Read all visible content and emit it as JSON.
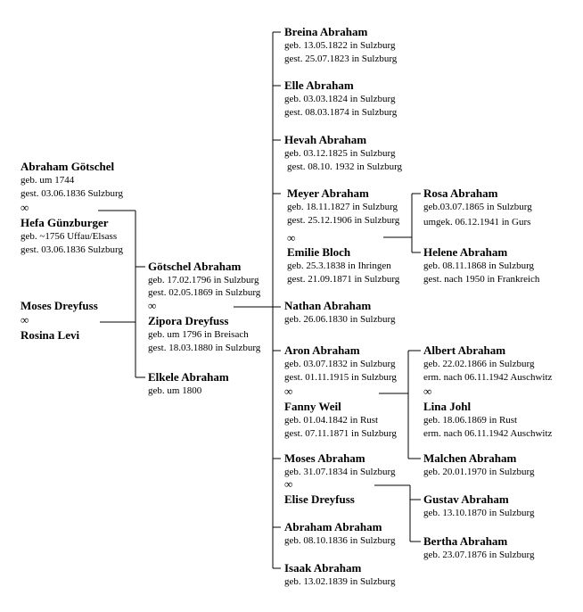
{
  "ancestors": {
    "abraham_goetschel": {
      "name": "Abraham Götschel",
      "birth": "geb. um 1744",
      "death": "gest. 03.06.1836 Sulzburg"
    },
    "hefa_guenzburger": {
      "name": "Hefa Günzburger",
      "birth": "geb. ~1756 Uffau/Elsass",
      "death": "gest. 03.06.1836 Sulzburg"
    },
    "moses_dreyfuss": {
      "name": "Moses Dreyfuss"
    },
    "rosina_levi": {
      "name": "Rosina Levi"
    },
    "marriage_symbol": "∞"
  },
  "parents": {
    "goetschel_abraham": {
      "name": "Götschel Abraham",
      "birth": "geb. 17.02.1796 in Sulzburg",
      "death": "gest. 02.05.1869 in Sulzburg"
    },
    "zipora_dreyfuss": {
      "name": "Zipora Dreyfuss",
      "birth": "geb. um 1796 in Breisach",
      "death": "gest. 18.03.1880 in Sulzburg"
    },
    "elkele_abraham": {
      "name": "Elkele Abraham",
      "birth": "geb. um 1800"
    }
  },
  "children": {
    "breina": {
      "name": "Breina Abraham",
      "birth": "geb. 13.05.1822 in Sulzburg",
      "death": "gest. 25.07.1823 in Sulzburg"
    },
    "elle": {
      "name": "Elle Abraham",
      "birth": "geb. 03.03.1824 in Sulzburg",
      "death": "gest. 08.03.1874 in Sulzburg"
    },
    "hevah": {
      "name": "Hevah Abraham",
      "birth": "geb. 03.12.1825 in Sulzburg",
      "death": "gest. 08.10. 1932 in Sulzburg"
    },
    "meyer": {
      "name": "Meyer Abraham",
      "birth": "geb. 18.11.1827 in Sulzburg",
      "death": "gest. 25.12.1906 in Sulzburg"
    },
    "emilie": {
      "name": "Emilie Bloch",
      "birth": "geb. 25.3.1838 in Ihringen",
      "death": "gest. 21.09.1871 in Sulzburg"
    },
    "nathan": {
      "name": "Nathan Abraham",
      "birth": "geb. 26.06.1830 in Sulzburg"
    },
    "aron": {
      "name": "Aron Abraham",
      "birth": "geb. 03.07.1832 in Sulzburg",
      "death": "gest. 01.11.1915 in Sulzburg"
    },
    "fanny": {
      "name": "Fanny Weil",
      "birth": "geb. 01.04.1842 in Rust",
      "death": "gest. 07.11.1871 in Sulzburg"
    },
    "moses": {
      "name": "Moses Abraham",
      "birth": "geb. 31.07.1834 in Sulzburg"
    },
    "elise": {
      "name": "Elise Dreyfuss"
    },
    "abraham": {
      "name": "Abraham Abraham",
      "birth": "geb. 08.10.1836 in Sulzburg"
    },
    "isaak": {
      "name": "Isaak Abraham",
      "birth": "geb. 13.02.1839 in Sulzburg"
    }
  },
  "grandchildren": {
    "rosa": {
      "name": "Rosa Abraham",
      "birth": "geb.03.07.1865 in Sulzburg",
      "death": "umgek. 06.12.1941 in Gurs"
    },
    "helene": {
      "name": "Helene Abraham",
      "birth": "geb. 08.11.1868 in Sulzburg",
      "death": "gest. nach 1950 in Frankreich"
    },
    "albert": {
      "name": "Albert Abraham",
      "birth": "geb. 22.02.1866 in Sulzburg",
      "death": "erm. nach 06.11.1942 Auschwitz"
    },
    "lina": {
      "name": "Lina Johl",
      "birth": "geb. 18.06.1869 in Rust",
      "death": "erm. nach 06.11.1942 Auschwitz"
    },
    "malchen": {
      "name": "Malchen Abraham",
      "birth": "geb. 20.01.1970 in Sulzburg"
    },
    "gustav": {
      "name": "Gustav Abraham",
      "birth": "geb. 13.10.1870 in Sulzburg"
    },
    "bertha": {
      "name": "Bertha Abraham",
      "birth": "geb. 23.07.1876 in Sulzburg"
    }
  }
}
